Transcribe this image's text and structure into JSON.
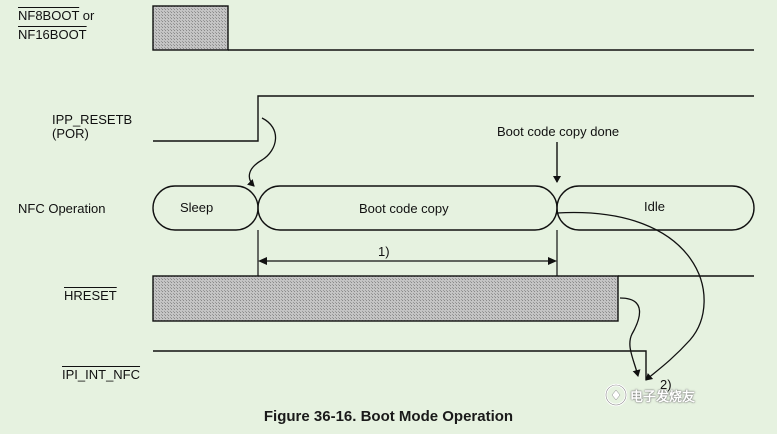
{
  "signals": {
    "nf8boot": "NF8BOOT",
    "nf8boot_suffix": " or",
    "nf16boot": "NF16BOOT",
    "ipp_resetb": "IPP_RESETB",
    "por": "(POR)",
    "nfc_operation": "NFC Operation",
    "hreset": "HRESET",
    "ipi_int_nfc": "IPI_INT_NFC"
  },
  "states": {
    "sleep": "Sleep",
    "boot_copy": "Boot code copy",
    "idle": "Idle"
  },
  "annotations": {
    "copy_done": "Boot code copy done",
    "interval_1": "1)",
    "note_2": "2)"
  },
  "caption": "Figure 36-16. Boot Mode Operation",
  "watermark": "电子发烧友",
  "colors": {
    "background": "#e6f2e0",
    "line": "#111111",
    "hatch_fill": "#bdbdbd"
  }
}
